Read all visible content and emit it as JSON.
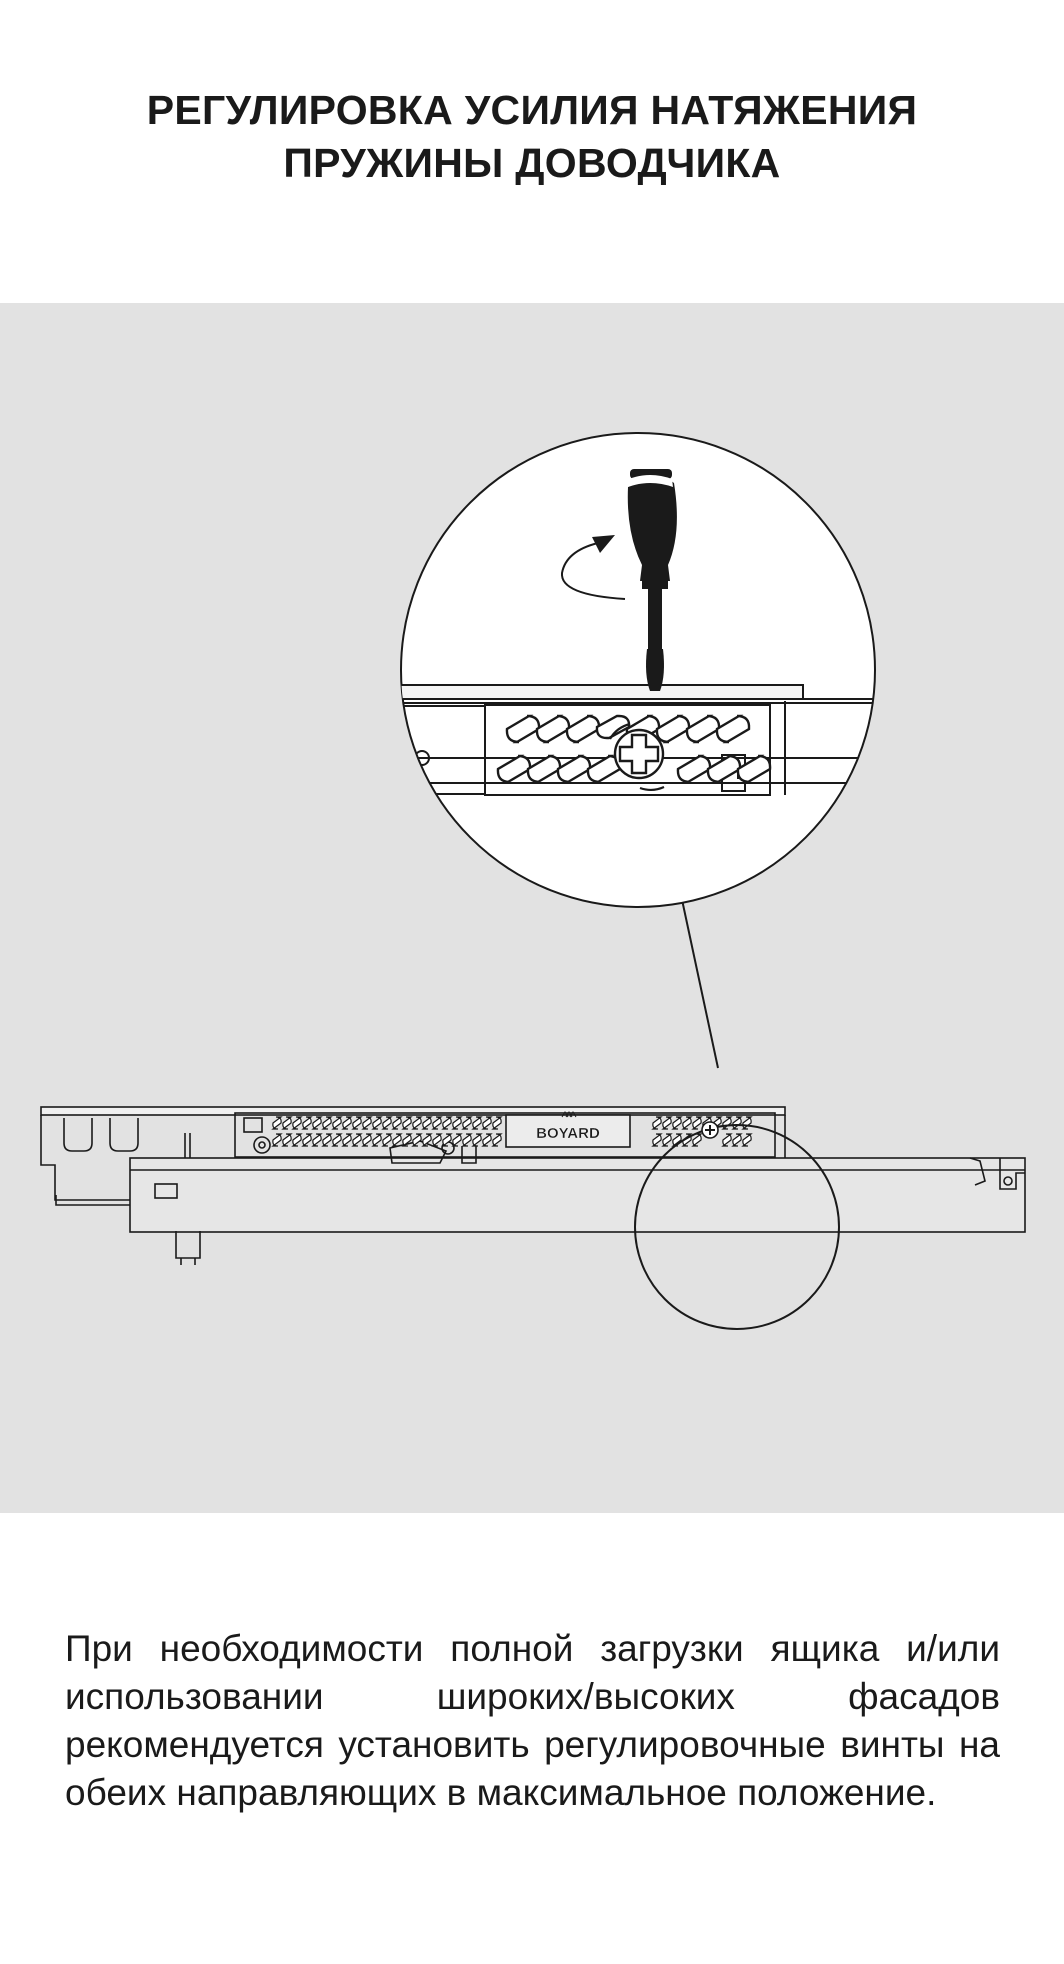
{
  "heading": {
    "line1": "РЕГУЛИРОВКА УСИЛИЯ НАТЯЖЕНИЯ",
    "line2": "ПРУЖИНЫ ДОВОДЧИКА"
  },
  "illustration": {
    "brand_text": "BOYARD",
    "panel_color": "#e2e2e2",
    "line_color": "#1a1a1a"
  },
  "description": "При необходимости полной загрузки ящика и/или использовании широких/высоких фасадов рекомендуется установить регулировочные винты на обеих направляющих в максимальное положение."
}
